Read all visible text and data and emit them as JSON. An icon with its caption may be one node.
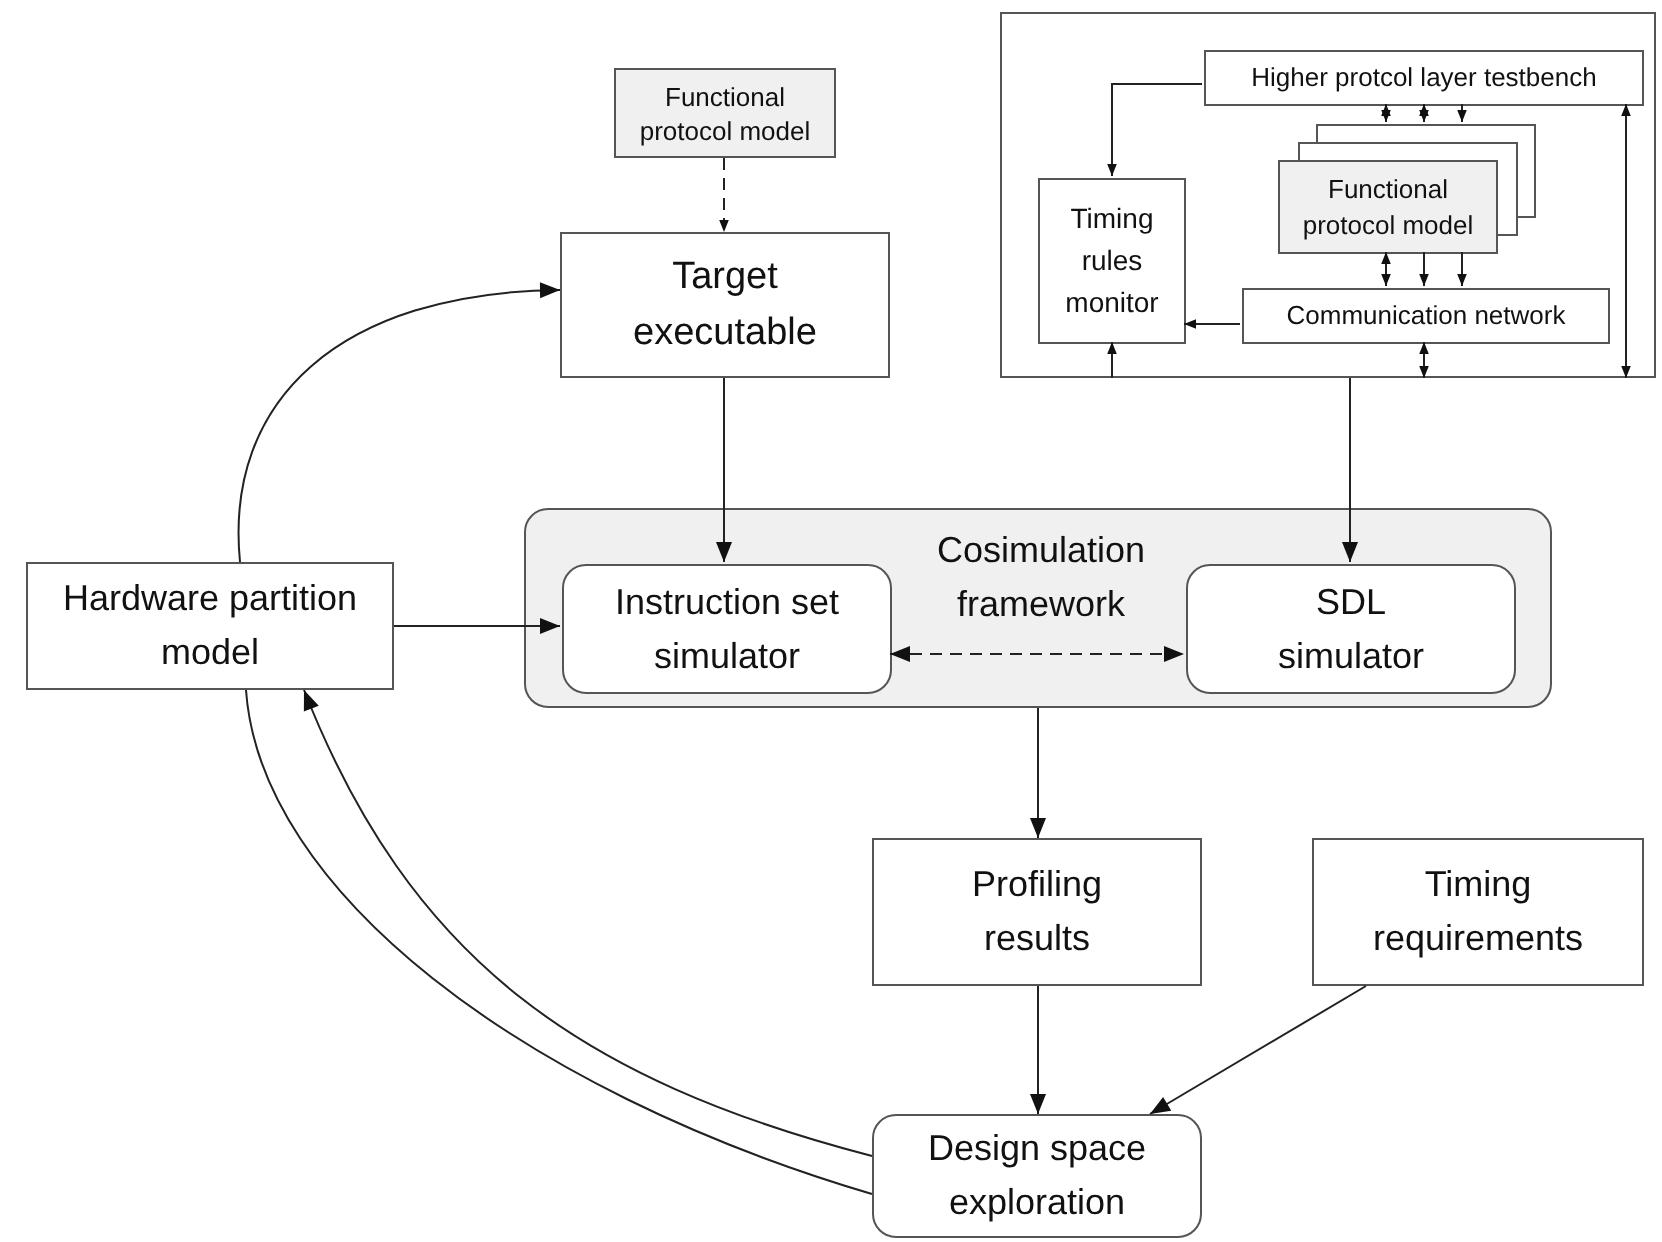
{
  "diagram": {
    "nodes": [
      {
        "text": [
          "Functional protocol model"
        ]
      },
      {
        "text": [
          "Target executable"
        ]
      },
      {
        "text": [],
        "shape": "box"
      },
      {
        "text": [
          "Higher protcol layer testbench"
        ],
        "in": 2
      },
      {
        "text": [
          "Timing rules monitor"
        ],
        "in": 2
      },
      {
        "text": [
          "Functional protocol model"
        ],
        "in": 2
      },
      {
        "text": [
          "Communication network"
        ],
        "in": 2
      },
      {
        "text": [
          "Cosimulation framework"
        ]
      },
      {
        "text": [
          "Instruction set simulator"
        ],
        "in": 7
      },
      {
        "text": [
          "SDL simulator"
        ],
        "in": 7
      },
      {
        "text": [
          "Hardware partition model"
        ]
      },
      {
        "text": [
          "Profiling results"
        ]
      },
      {
        "text": [
          "Timing requirements"
        ]
      },
      {
        "text": [
          "Design space exploration"
        ]
      }
    ],
    "edges": [
      {
        "from": 0,
        "to": 1,
        "arrow": "to",
        "style": "dashed"
      },
      {
        "from": 10,
        "to": 1,
        "arrow": "to"
      },
      {
        "from": 1,
        "to": 8,
        "arrow": "to"
      },
      {
        "from": 2,
        "to": 9,
        "arrow": "to"
      },
      {
        "from": 10,
        "to": 8,
        "arrow": "to"
      },
      {
        "from": 8,
        "to": 9,
        "arrow": "both",
        "style": "dashed"
      },
      {
        "from": 7,
        "to": 11,
        "arrow": "to"
      },
      {
        "from": 11,
        "to": 13,
        "arrow": "to"
      },
      {
        "from": 12,
        "to": 13,
        "arrow": "to"
      },
      {
        "from": 10,
        "to": 13,
        "arrow": "none"
      },
      {
        "from": 13,
        "to": 10,
        "arrow": "to"
      },
      {
        "from": 3,
        "to": 4,
        "arrow": "to"
      },
      {
        "from": 6,
        "to": 4,
        "arrow": "to"
      },
      {
        "from": 2,
        "to": 4,
        "arrow": "to"
      },
      {
        "from": 3,
        "to": 5,
        "arrow": "both"
      },
      {
        "from": 3,
        "to": 5,
        "arrow": "both"
      },
      {
        "from": 3,
        "to": 5,
        "arrow": "to"
      },
      {
        "from": 5,
        "to": 6,
        "arrow": "both"
      },
      {
        "from": 5,
        "to": 6,
        "arrow": "to"
      },
      {
        "from": 5,
        "to": 6,
        "arrow": "to"
      },
      {
        "from": 6,
        "to": 2,
        "arrow": "both"
      },
      {
        "from": 3,
        "to": 2,
        "arrow": "both"
      }
    ]
  }
}
